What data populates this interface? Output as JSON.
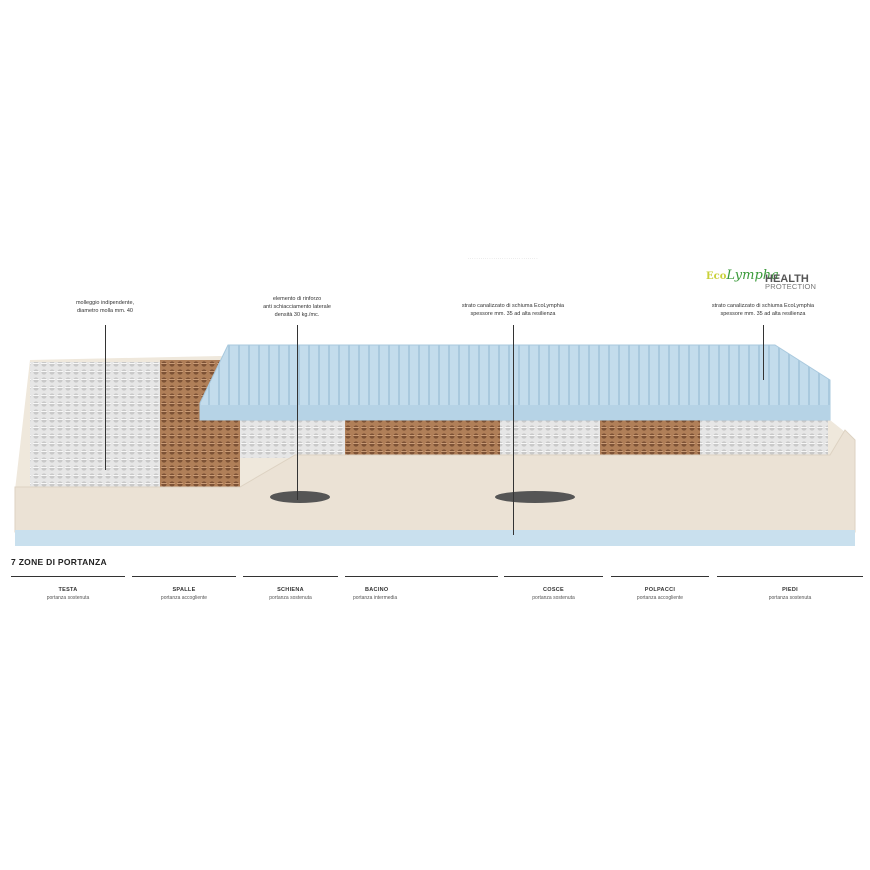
{
  "annotations": [
    {
      "lines": [
        "molleggio indipendente,",
        "diametro molla mm. 40"
      ]
    },
    {
      "lines": [
        "elemento di rinforzo",
        "anti schiacciamento laterale",
        "densità 30 kg./mc."
      ]
    },
    {
      "lines": [
        "strato canalizzato di schiuma EcoLymphia",
        "spessore mm. 35 ad alta resilienza"
      ]
    },
    {
      "lines": [
        "strato canalizzato di schiuma EcoLymphia",
        "spessore mm. 35 ad alta resilienza"
      ]
    }
  ],
  "logos": {
    "ecolymphia_prefix": "Eco",
    "ecolymphia": "Lympha",
    "health": "HEALTH",
    "protection": "PROTECTION"
  },
  "section_title": "7 ZONE DI PORTANZA",
  "zones": [
    {
      "name": "TESTA",
      "desc": "portanza sostenuta"
    },
    {
      "name": "SPALLE",
      "desc": "portanza accogliente"
    },
    {
      "name": "SCHIENA",
      "desc": "portanza sostenuta"
    },
    {
      "name": "BACINO",
      "desc": "portanza intermedia"
    },
    {
      "name": "COSCE",
      "desc": "portanza sostenuta"
    },
    {
      "name": "POLPACCI",
      "desc": "portanza accogliente"
    },
    {
      "name": "PIEDI",
      "desc": "portanza sostenuta"
    }
  ],
  "colors": {
    "foam_blue": "#c3dcec",
    "base": "#ebe2d5",
    "spring_white": "#dcdcdc",
    "spring_brown": "#9a6b47"
  }
}
